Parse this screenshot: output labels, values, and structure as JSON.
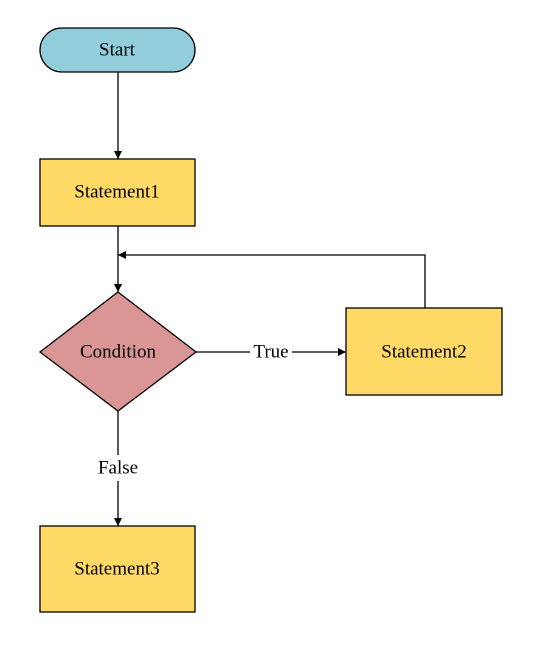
{
  "diagram": {
    "nodes": {
      "start": {
        "label": "Start",
        "color": "#92CDDC"
      },
      "statement1": {
        "label": "Statement1",
        "color": "#FFD966"
      },
      "condition": {
        "label": "Condition",
        "color": "#D99694"
      },
      "statement2": {
        "label": "Statement2",
        "color": "#FFD966"
      },
      "statement3": {
        "label": "Statement3",
        "color": "#FFD966"
      }
    },
    "edges": {
      "true_label": "True",
      "false_label": "False"
    }
  }
}
